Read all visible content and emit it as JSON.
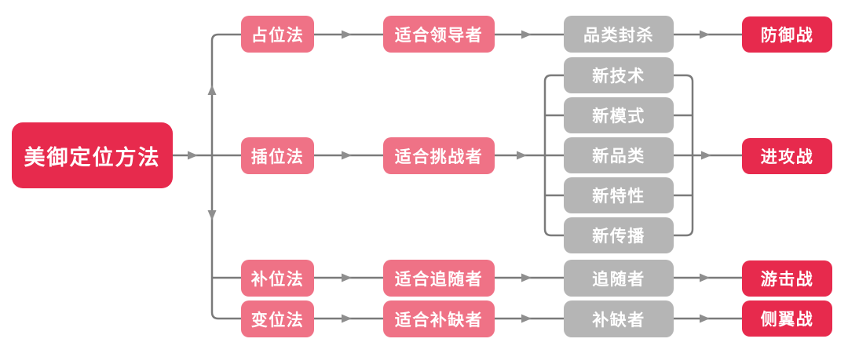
{
  "diagram": {
    "title": "美御定位方法",
    "colors": {
      "primary_red": "#E72A4D",
      "pink": "#EF7286",
      "gray": "#B5B5B5",
      "line": "#7A7A7A",
      "arrowhead": "#8E8E8E",
      "background": "#FFFFFF",
      "text": "#FFFFFF"
    },
    "root": {
      "label": "美御定位方法"
    },
    "branches": [
      {
        "method": "占位法",
        "fit": "适合领导者",
        "tactic": "品类封杀",
        "strategy": "防御战"
      },
      {
        "method": "插位法",
        "fit": "适合挑战者",
        "tactics": [
          "新技术",
          "新模式",
          "新品类",
          "新特性",
          "新传播"
        ],
        "strategy": "进攻战"
      },
      {
        "method": "补位法",
        "fit": "适合追随者",
        "tactic": "追随者",
        "strategy": "游击战"
      },
      {
        "method": "变位法",
        "fit": "适合补缺者",
        "tactic": "补缺者",
        "strategy": "侧翼战"
      }
    ]
  }
}
